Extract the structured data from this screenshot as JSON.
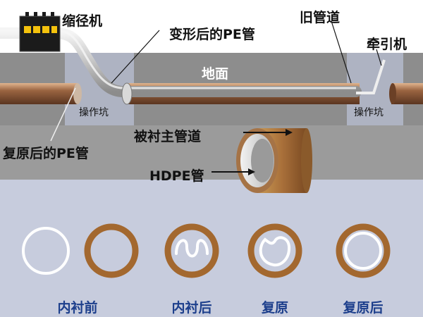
{
  "labels": {
    "shrink_machine": "缩径机",
    "deformed_pe": "变形后的PE管",
    "old_pipe": "旧管道",
    "traction_machine": "牵引机",
    "ground": "地面",
    "pit_left": "操作坑",
    "pit_right": "操作坑",
    "restored_pe": "复原后的PE管",
    "lined_main_pipe": "被衬主管道",
    "hdpe_pipe": "HDPE管"
  },
  "stages": [
    {
      "label": "内衬前"
    },
    {
      "label": "内衬后"
    },
    {
      "label": "复原"
    },
    {
      "label": "复原后"
    }
  ],
  "colors": {
    "sky": "#ffffff",
    "soil": "#8d8d8d",
    "bottom": "#c7ccdd",
    "pit": "#aeb3c2",
    "old_pipe": "#8b5a3a",
    "pe_pipe": "#c9c9c9",
    "ring_stroke": "#a3682f",
    "label_blue": "#1d3f8c"
  }
}
